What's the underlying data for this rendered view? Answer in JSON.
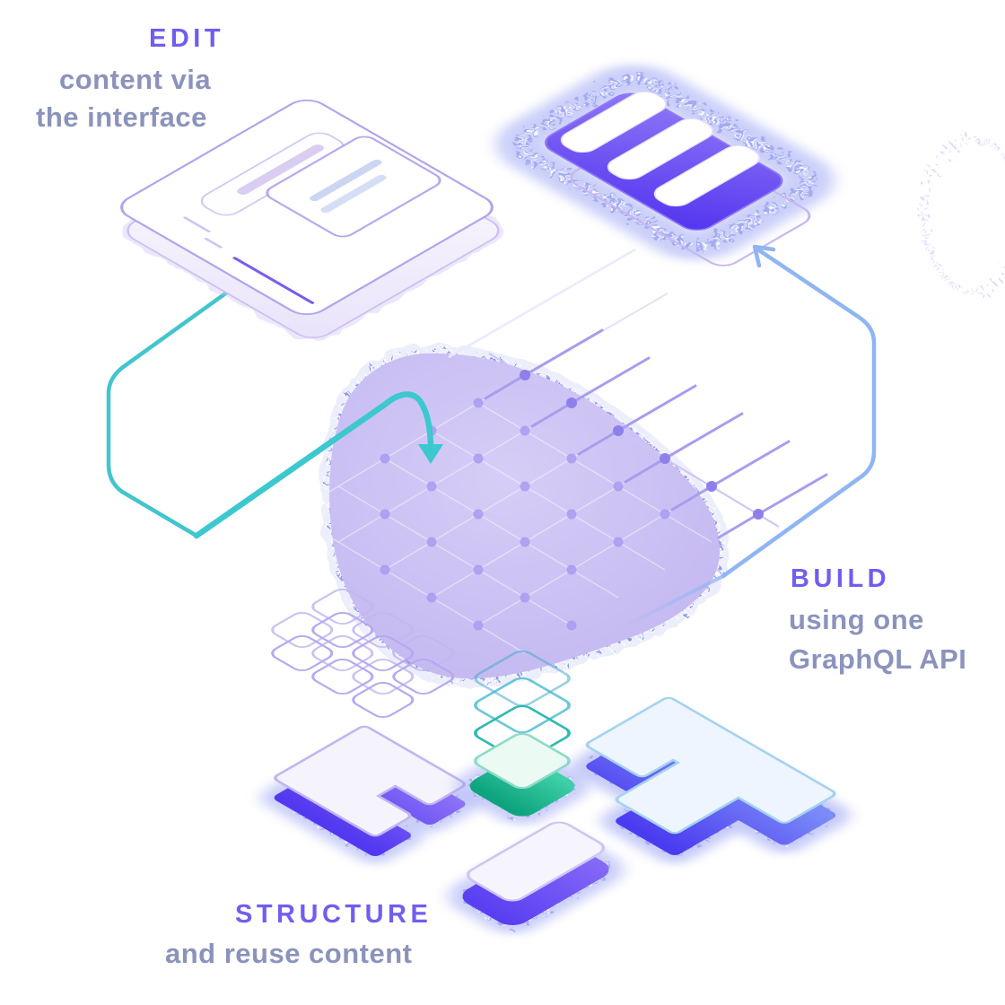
{
  "annotations": {
    "edit": {
      "heading": "EDIT",
      "line1": "content via",
      "line2": "the interface"
    },
    "build": {
      "heading": "BUILD",
      "line1": "using one",
      "line2": "GraphQL API"
    },
    "structure": {
      "heading": "STRUCTURE",
      "line1": "and reuse content"
    }
  },
  "colors": {
    "accent_purple": "#6f5ef0",
    "muted_text": "#8b93bd",
    "teal_arrow": "#3cc8cf",
    "blue_arrow": "#8fb5f3",
    "card_purple": "#6b50f2",
    "green_block": "#1fb489",
    "blob_fill": "#c6bbf2",
    "block_indigo": "#5a43f1"
  },
  "illustration": {
    "parts": [
      "document-card",
      "floating-note-card",
      "component-list-card",
      "content-blob-with-schema-grid",
      "teal-flow-arrow",
      "blue-flow-arrow",
      "l-shaped-content-block",
      "green-stacked-block",
      "content-bar-block",
      "t-shaped-content-block"
    ]
  }
}
